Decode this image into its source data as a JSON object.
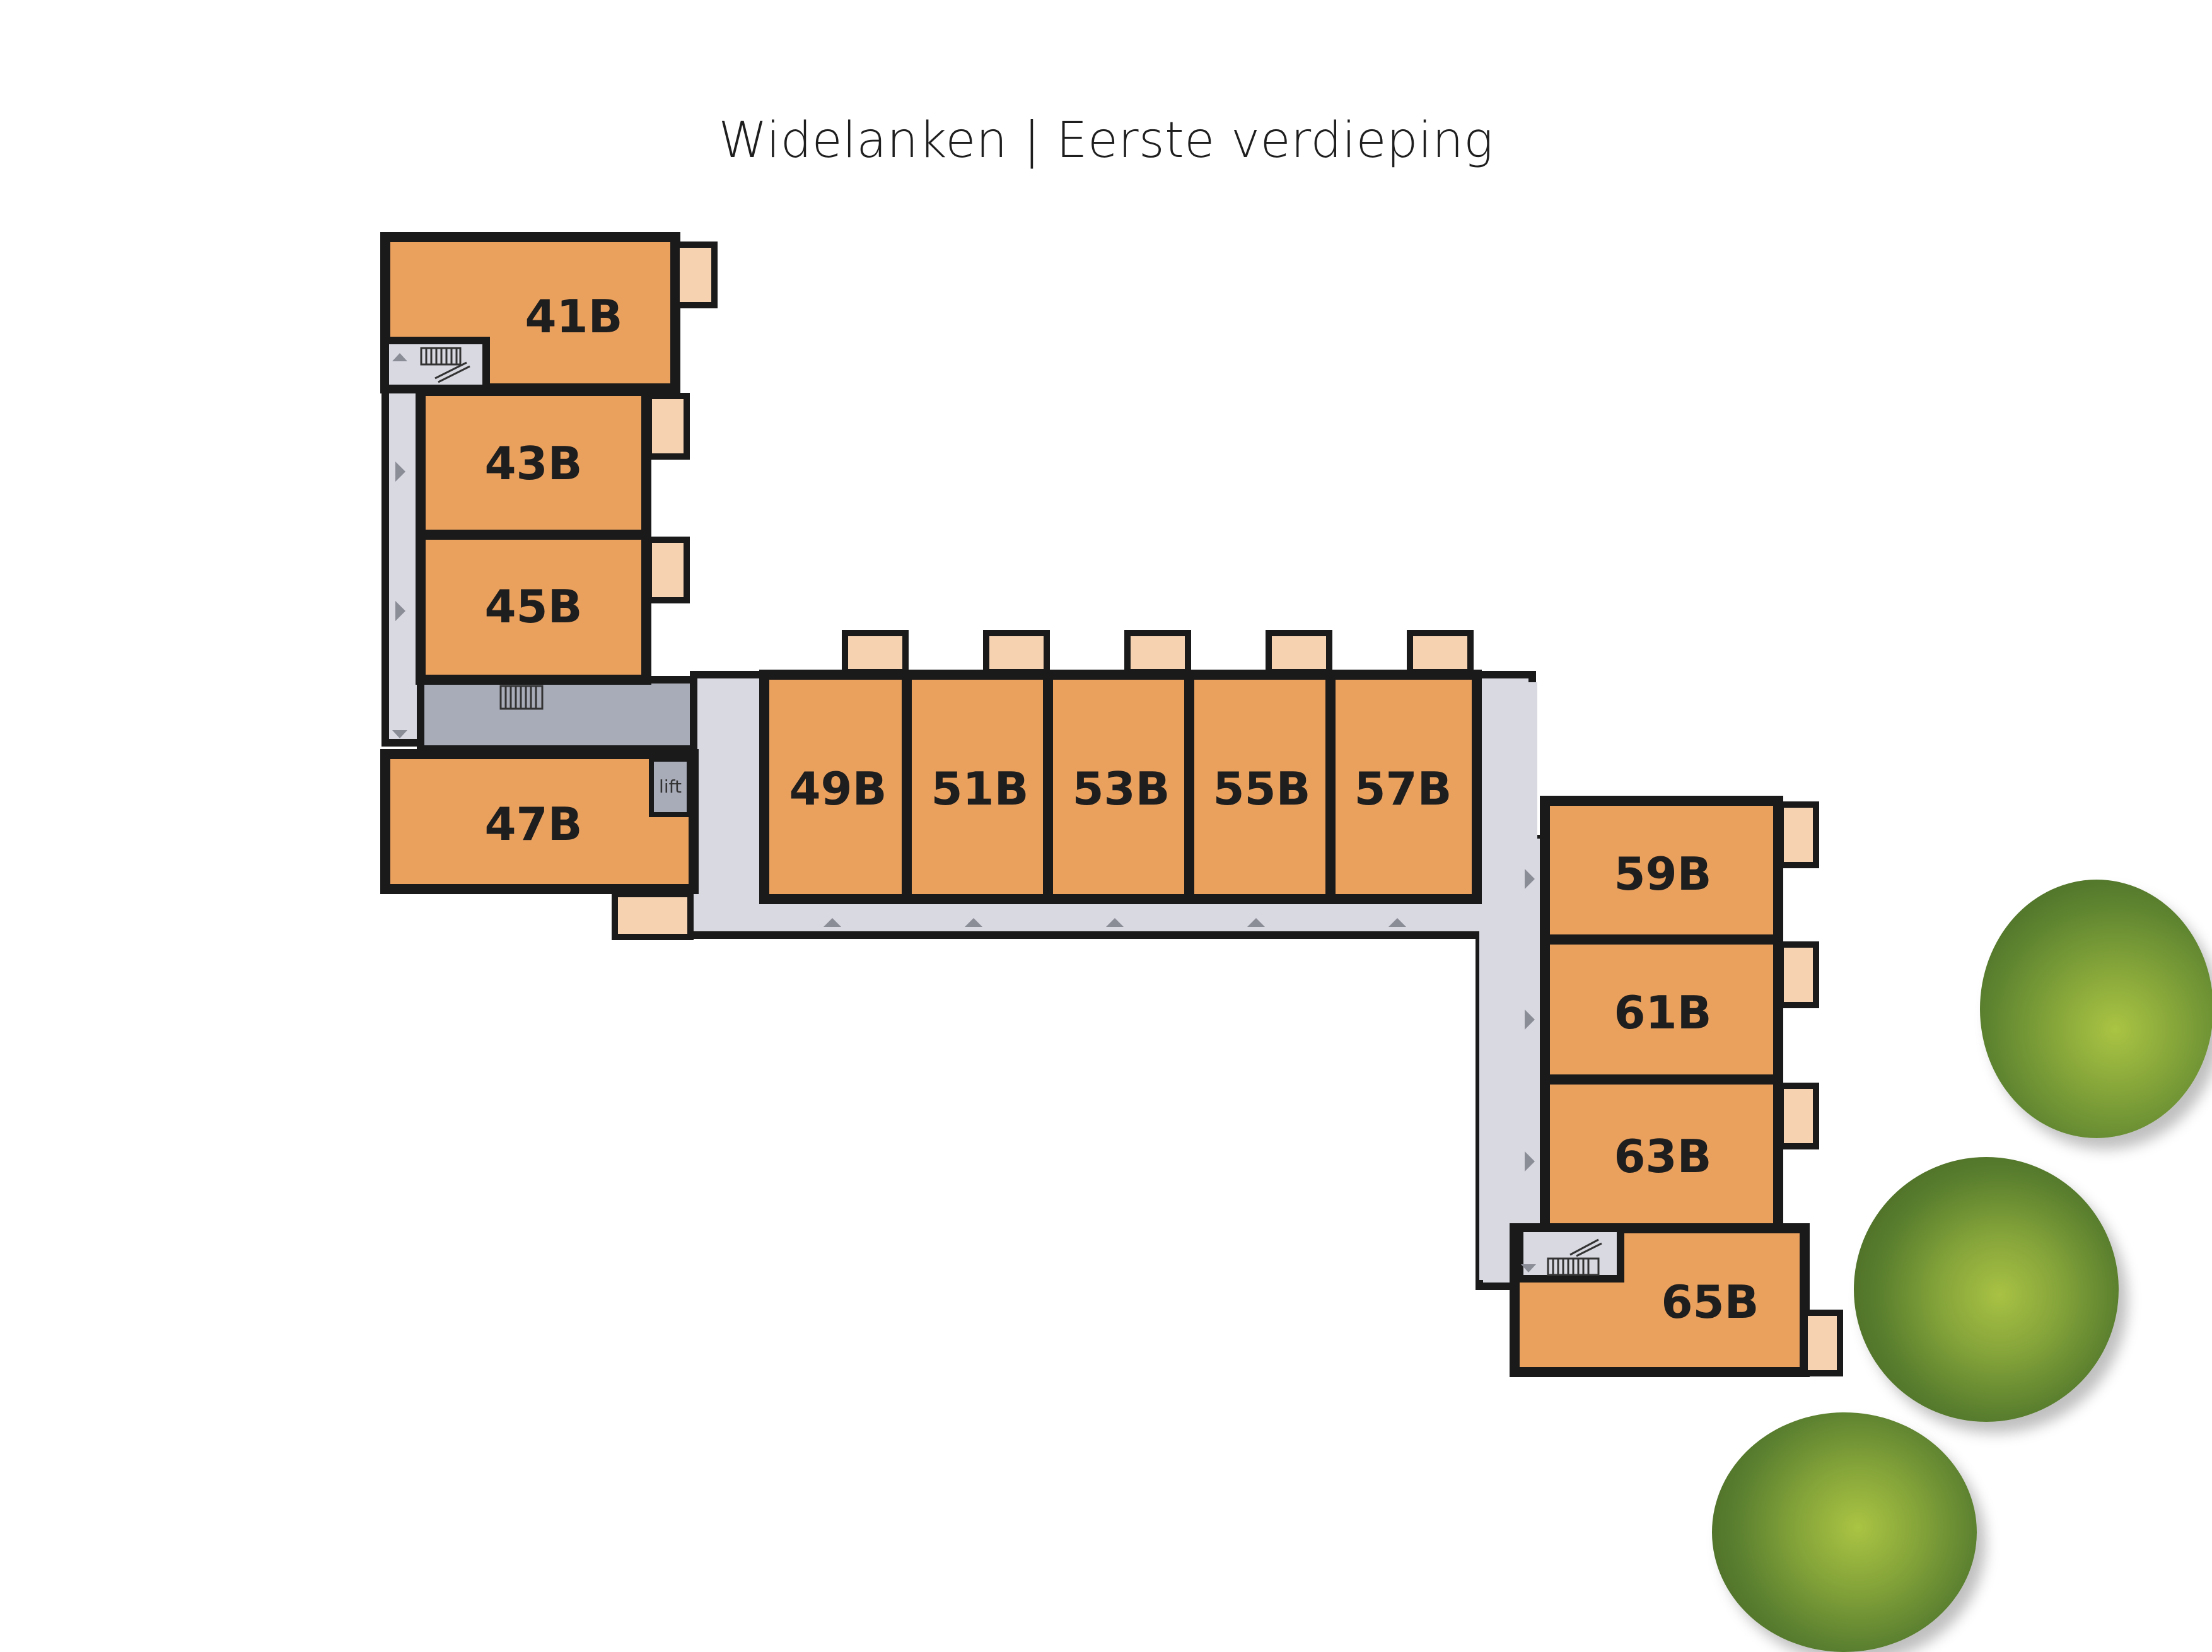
{
  "title": "Widelanken | Eerste verdieping",
  "colors": {
    "unit": "#eba15e",
    "balcony": "#f7d2b1",
    "corridor": "#d8d9e1",
    "stair_hall": "#a8abb8",
    "wall": "#1a1a1a",
    "tree_light": "#a8be45",
    "tree_dark": "#52772a"
  },
  "units": [
    {
      "id": "41B",
      "label": "41B"
    },
    {
      "id": "43B",
      "label": "43B"
    },
    {
      "id": "45B",
      "label": "45B"
    },
    {
      "id": "47B",
      "label": "47B"
    },
    {
      "id": "49B",
      "label": "49B"
    },
    {
      "id": "51B",
      "label": "51B"
    },
    {
      "id": "53B",
      "label": "53B"
    },
    {
      "id": "55B",
      "label": "55B"
    },
    {
      "id": "57B",
      "label": "57B"
    },
    {
      "id": "59B",
      "label": "59B"
    },
    {
      "id": "61B",
      "label": "61B"
    },
    {
      "id": "63B",
      "label": "63B"
    },
    {
      "id": "65B",
      "label": "65B"
    }
  ],
  "lift_label": "lift",
  "icons": [
    "staircase-icon",
    "arrow-icon",
    "tree-icon"
  ]
}
